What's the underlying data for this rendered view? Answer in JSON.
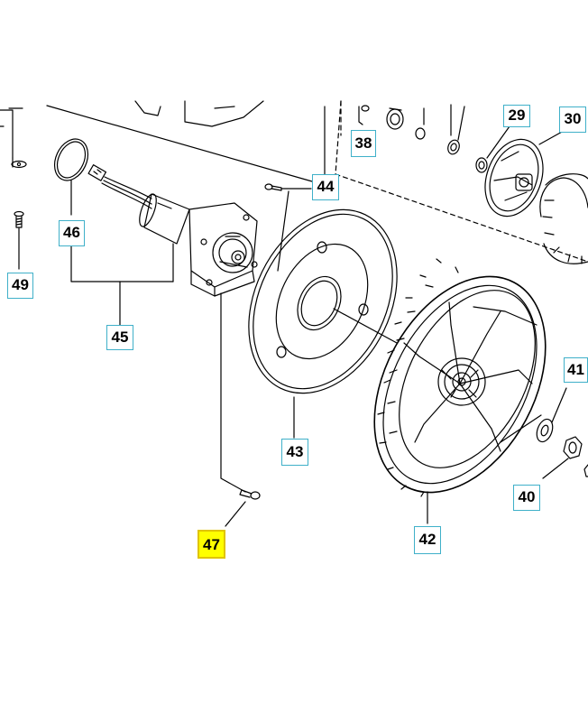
{
  "diagram": {
    "callouts": [
      {
        "id": "c29",
        "label": "29",
        "highlighted": false
      },
      {
        "id": "c30",
        "label": "30",
        "highlighted": false
      },
      {
        "id": "c38",
        "label": "38",
        "highlighted": false
      },
      {
        "id": "c44",
        "label": "44",
        "highlighted": false
      },
      {
        "id": "c46",
        "label": "46",
        "highlighted": false
      },
      {
        "id": "c49",
        "label": "49",
        "highlighted": false
      },
      {
        "id": "c45",
        "label": "45",
        "highlighted": false
      },
      {
        "id": "c41",
        "label": "41",
        "highlighted": false
      },
      {
        "id": "c43",
        "label": "43",
        "highlighted": false
      },
      {
        "id": "c40",
        "label": "40",
        "highlighted": false
      },
      {
        "id": "c42",
        "label": "42",
        "highlighted": false
      },
      {
        "id": "c47",
        "label": "47",
        "highlighted": true
      }
    ],
    "colors": {
      "line": "#000000",
      "callout_border": "#3fb0c9",
      "highlight_fill": "#ffff00",
      "highlight_border": "#e0c400"
    }
  }
}
